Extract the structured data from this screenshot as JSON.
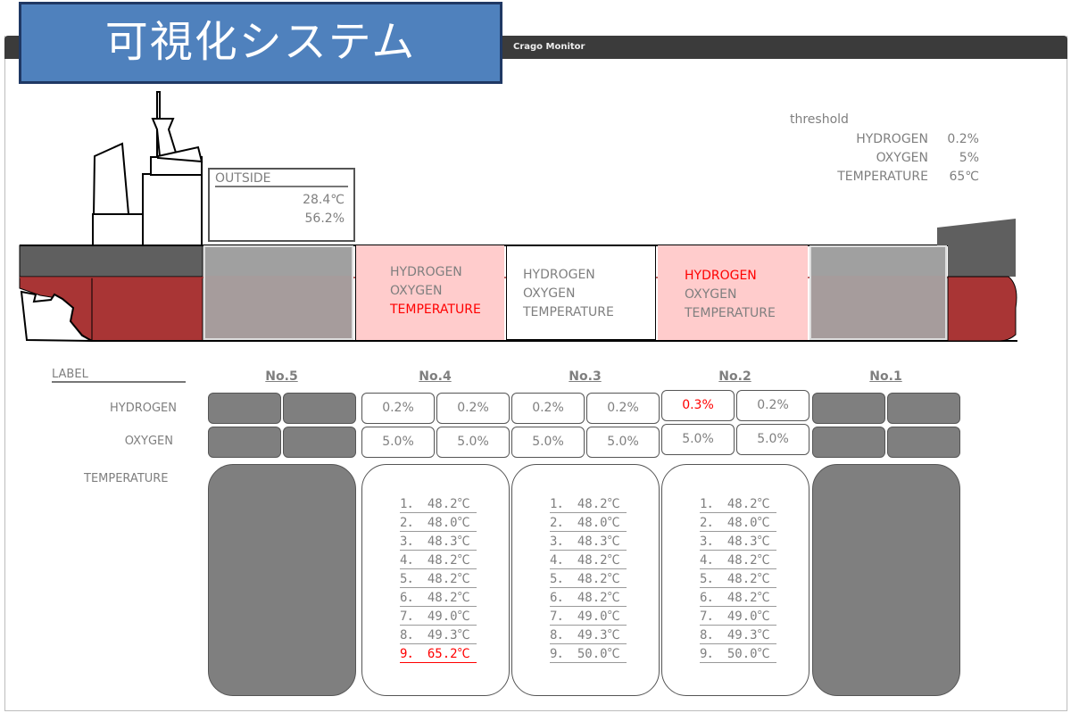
{
  "banner": {
    "title": "可視化システム"
  },
  "window": {
    "title": "Crago Monitor"
  },
  "outside": {
    "label": "OUTSIDE",
    "temperature": "28.4℃",
    "humidity": "56.2%"
  },
  "threshold": {
    "label": "threshold",
    "rows": [
      {
        "name": "HYDROGEN",
        "value": "0.2%"
      },
      {
        "name": "OXYGEN",
        "value": "5%"
      },
      {
        "name": "TEMPERATURE",
        "value": "65℃"
      }
    ]
  },
  "holds": {
    "h4": [
      "HYDROGEN",
      "OXYGEN",
      "TEMPERATURE"
    ],
    "h3": [
      "HYDROGEN",
      "OXYGEN",
      "TEMPERATURE"
    ],
    "h2": [
      "HYDROGEN",
      "OXYGEN",
      "TEMPERATURE"
    ]
  },
  "labels": {
    "label": "LABEL",
    "hydrogen": "HYDROGEN",
    "oxygen": "OXYGEN",
    "temperature": "TEMPERATURE"
  },
  "columns": [
    {
      "name": "No.5"
    },
    {
      "name": "No.4",
      "hydrogen": [
        "0.2%",
        "0.2%"
      ],
      "oxygen": [
        "5.0%",
        "5.0%"
      ],
      "temps": [
        "1． 48.2℃",
        "2． 48.0℃",
        "3． 48.3℃",
        "4． 48.2℃",
        "5． 48.2℃",
        "6． 48.2℃",
        "7． 49.0℃",
        "8． 49.3℃",
        "9． 65.2℃"
      ]
    },
    {
      "name": "No.3",
      "hydrogen": [
        "0.2%",
        "0.2%"
      ],
      "oxygen": [
        "5.0%",
        "5.0%"
      ],
      "temps": [
        "1． 48.2℃",
        "2． 48.0℃",
        "3． 48.3℃",
        "4． 48.2℃",
        "5． 48.2℃",
        "6． 48.2℃",
        "7． 49.0℃",
        "8． 49.3℃",
        "9． 50.0℃"
      ]
    },
    {
      "name": "No.2",
      "hydrogen": [
        "0.3%",
        "0.2%"
      ],
      "oxygen": [
        "5.0%",
        "5.0%"
      ],
      "temps": [
        "1． 48.2℃",
        "2． 48.0℃",
        "3． 48.3℃",
        "4． 48.2℃",
        "5． 48.2℃",
        "6． 48.2℃",
        "7． 49.0℃",
        "8． 49.3℃",
        "9． 50.0℃"
      ]
    },
    {
      "name": "No.1"
    }
  ],
  "colors": {
    "alert": "#ff0000",
    "hull": "#a93535",
    "deck": "#5f5f5f",
    "alert_bg": "#ffcccc",
    "inactive": "#7f7f7f"
  }
}
